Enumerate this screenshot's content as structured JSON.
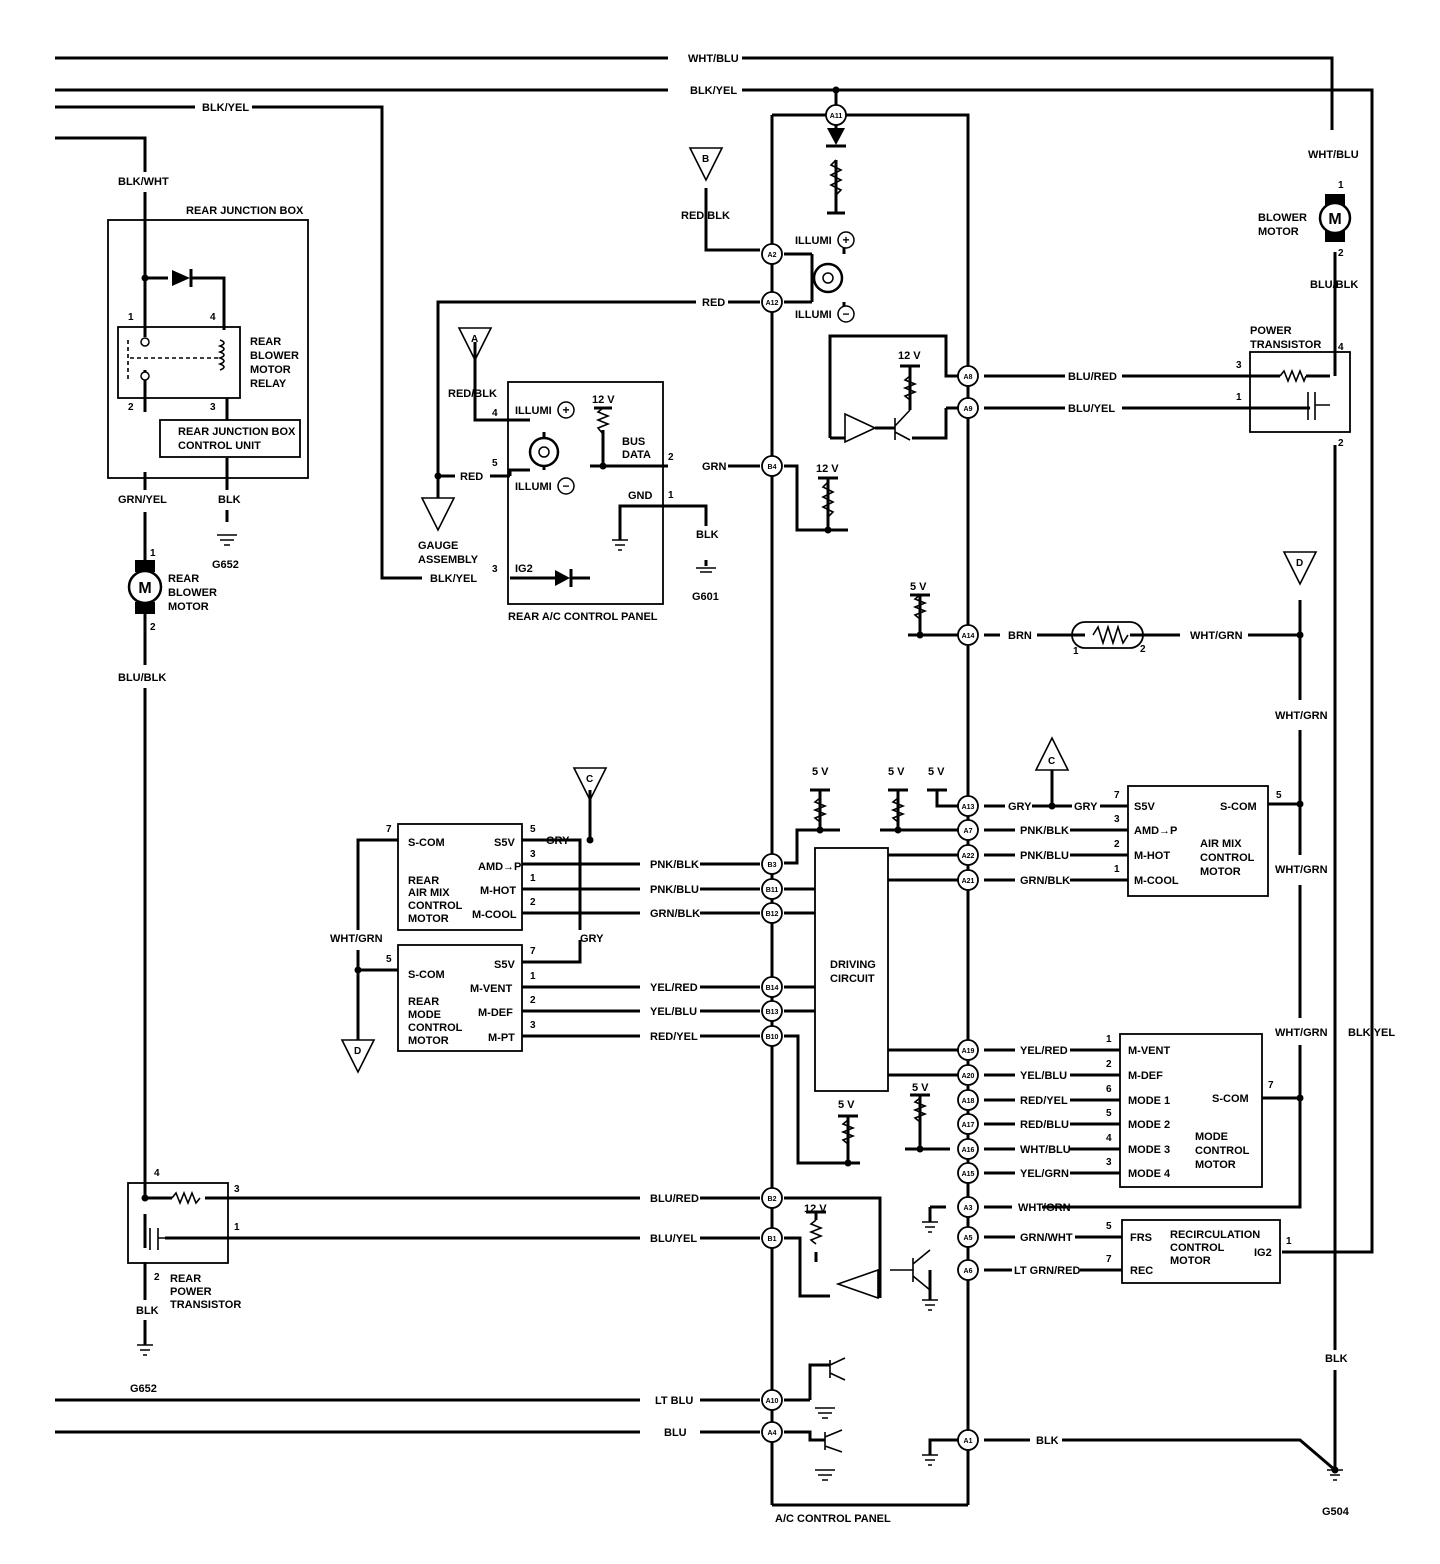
{
  "components": {
    "ac_panel": "A/C CONTROL PANEL",
    "rear_ac_panel": "REAR A/C CONTROL PANEL",
    "gauge": [
      "GAUGE",
      "ASSEMBLY"
    ],
    "rear_jb": "REAR JUNCTION BOX",
    "rear_relay": [
      "REAR",
      "BLOWER",
      "MOTOR",
      "RELAY"
    ],
    "rear_jb_cu": [
      "REAR JUNCTION BOX",
      "CONTROL UNIT"
    ],
    "rear_blower": [
      "REAR",
      "BLOWER",
      "MOTOR"
    ],
    "blower": [
      "BLOWER",
      "MOTOR"
    ],
    "power_tr": [
      "POWER",
      "TRANSISTOR"
    ],
    "rear_power_tr": [
      "REAR",
      "POWER",
      "TRANSISTOR"
    ],
    "air_mix": [
      "AIR MIX",
      "CONTROL",
      "MOTOR"
    ],
    "rear_air_mix": [
      "REAR",
      "AIR MIX",
      "CONTROL",
      "MOTOR"
    ],
    "rear_mode": [
      "REAR",
      "MODE",
      "CONTROL",
      "MOTOR"
    ],
    "mode": [
      "MODE",
      "CONTROL",
      "MOTOR"
    ],
    "recirc": [
      "RECIRCULATION",
      "CONTROL",
      "MOTOR"
    ],
    "driving": [
      "DRIVING",
      "CIRCUIT"
    ]
  },
  "wires": {
    "wht_blu": "WHT/BLU",
    "blk_yel": "BLK/YEL",
    "blk_wht": "BLK/WHT",
    "red_blk": "RED/BLK",
    "red": "RED",
    "grn": "GRN",
    "blk": "BLK",
    "grn_yel": "GRN/YEL",
    "blu_blk": "BLU/BLK",
    "blu_red": "BLU/RED",
    "blu_yel": "BLU/YEL",
    "brn": "BRN",
    "wht_grn": "WHT/GRN",
    "gry": "GRY",
    "pnk_blk": "PNK/BLK",
    "pnk_blu": "PNK/BLU",
    "grn_blk": "GRN/BLK",
    "yel_red": "YEL/RED",
    "yel_blu": "YEL/BLU",
    "red_yel": "RED/YEL",
    "red_blu": "RED/BLU",
    "yel_grn": "YEL/GRN",
    "grn_wht": "GRN/WHT",
    "ltgrn_red": "LT GRN/RED",
    "lt_blu": "LT BLU",
    "blu": "BLU"
  },
  "pins": {
    "illumi": "ILLUMI",
    "bus_data": [
      "BUS",
      "DATA"
    ],
    "gnd": "GND",
    "ig2": "IG2",
    "s5v": "S5V",
    "scom": "S-COM",
    "amd_p": "AMD→P",
    "m_hot": "M-HOT",
    "m_cool": "M-COOL",
    "m_vent": "M-VENT",
    "m_def": "M-DEF",
    "m_pt": "M-PT",
    "mode1": "MODE 1",
    "mode2": "MODE 2",
    "mode3": "MODE 3",
    "mode4": "MODE 4",
    "frs": "FRS",
    "rec": "REC",
    "v12": "12 V",
    "v5": "5 V",
    "plus": "+",
    "minus": "−",
    "motor": "M"
  },
  "grounds": {
    "g652": "G652",
    "g601": "G601",
    "g504": "G504"
  },
  "terminals": {
    "A11": "A11",
    "A2": "A2",
    "A12": "A12",
    "A8": "A8",
    "A9": "A9",
    "B4": "B4",
    "A14": "A14",
    "A13": "A13",
    "A7": "A7",
    "A22": "A22",
    "A21": "A21",
    "B3": "B3",
    "B11": "B11",
    "B12": "B12",
    "B14": "B14",
    "B13": "B13",
    "B10": "B10",
    "A19": "A19",
    "A20": "A20",
    "A18": "A18",
    "A17": "A17",
    "A16": "A16",
    "A15": "A15",
    "B2": "B2",
    "B1": "B1",
    "A3": "A3",
    "A5": "A5",
    "A6": "A6",
    "A10": "A10",
    "A4": "A4",
    "A1": "A1"
  },
  "connectors": {
    "A": "A",
    "B": "B",
    "C": "C",
    "D": "D"
  },
  "pin_numbers": {
    "n1": "1",
    "n2": "2",
    "n3": "3",
    "n4": "4",
    "n5": "5",
    "n6": "6",
    "n7": "7"
  }
}
